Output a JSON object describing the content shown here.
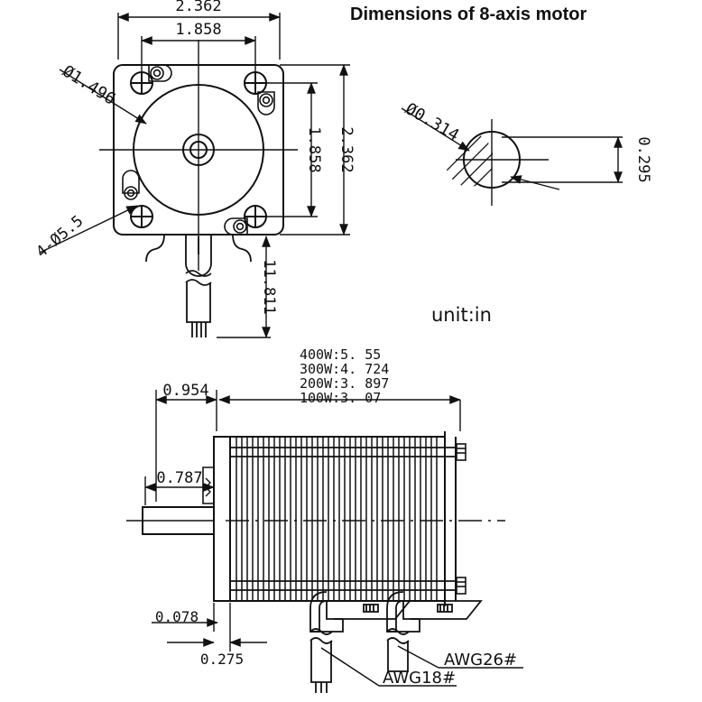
{
  "document": {
    "title": "Dimensions of 8-axis motor",
    "unit_note": "unit:in"
  },
  "front_view": {
    "dims": {
      "outer_width": "2.362",
      "bolt_circle_width": "1.858",
      "outer_height": "2.362",
      "bolt_circle_height": "1.858",
      "pilot_diameter": "Ø1.496",
      "mounting_holes": "4-Ø5.5",
      "cable_length": "11.811"
    }
  },
  "shaft_detail": {
    "diameter": "Ø0.314",
    "flat_height": "0.295"
  },
  "side_view": {
    "dims": {
      "flange_offset": "0.954",
      "shaft_length": "0.787",
      "flange_thickness": "0.078",
      "step_length": "0.275"
    },
    "length_table": [
      "400W:5. 55",
      "300W:4. 724",
      "200W:3. 897",
      "100W:3. 07"
    ],
    "wire_labels": {
      "power": "AWG18#",
      "encoder": "AWG26#"
    }
  },
  "style": {
    "line_color": "#111111",
    "background": "#ffffff"
  }
}
